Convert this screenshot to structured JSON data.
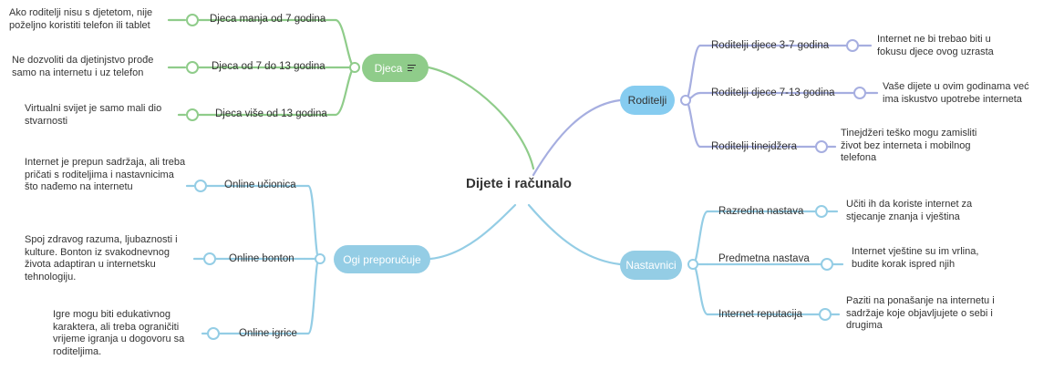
{
  "center": {
    "title": "Dijete i računalo"
  },
  "colors": {
    "green": "#8fcc8a",
    "blue": "#94cde5",
    "purple": "#a6aee0",
    "roditelji_fill": "#86ccf0",
    "pill_text": "#ffffff"
  },
  "icons": {
    "dijeca_note": "notes-icon"
  },
  "branches": {
    "dijeca": {
      "label": "Djeca",
      "children": [
        {
          "label": "Djeca manja od 7 godina",
          "leaf": "Ako roditelji nisu s djetetom, nije poželjno koristiti telefon ili tablet"
        },
        {
          "label": "Djeca od 7 do 13 godina",
          "leaf": "Ne dozvoliti da djetinjstvo prođe samo na internetu i uz telefon"
        },
        {
          "label": "Djeca više od 13 godina",
          "leaf": "Virtualni svijet je samo mali dio stvarnosti"
        }
      ]
    },
    "ogi": {
      "label": "Ogi preporučuje",
      "children": [
        {
          "label": "Online učionica",
          "leaf": "Internet je prepun sadržaja, ali treba pričati s roditeljima i nastavnicima što nađemo na internetu"
        },
        {
          "label": "Online bonton",
          "leaf": "Spoj zdravog razuma, ljubaznosti i kulture. Bonton iz svakodnevnog života adaptiran u internetsku tehnologiju."
        },
        {
          "label": "Online igrice",
          "leaf": "Igre mogu biti edukativnog karaktera, ali treba ograničiti vrijeme igranja u dogovoru sa roditeljima."
        }
      ]
    },
    "roditelji": {
      "label": "Roditelji",
      "children": [
        {
          "label": "Roditelji djece 3-7 godina",
          "leaf": "Internet ne bi trebao biti u fokusu djece ovog uzrasta"
        },
        {
          "label": "Roditelji djece 7-13 godina",
          "leaf": "Vaše dijete u ovim godinama već ima iskustvo upotrebe interneta"
        },
        {
          "label": "Roditelji tinejdžera",
          "leaf": "Tinejdžeri teško mogu zamisliti život bez interneta i mobilnog telefona"
        }
      ]
    },
    "nastavnici": {
      "label": "Nastavnici",
      "children": [
        {
          "label": "Razredna nastava",
          "leaf": "Učiti ih da koriste internet za stjecanje znanja i vještina"
        },
        {
          "label": "Predmetna nastava",
          "leaf": "Internet vještine su im vrlina, budite korak ispred njih"
        },
        {
          "label": "Internet reputacija",
          "leaf": "Paziti na ponašanje na internetu i sadržaje koje objavljujete o sebi i drugima"
        }
      ]
    }
  }
}
